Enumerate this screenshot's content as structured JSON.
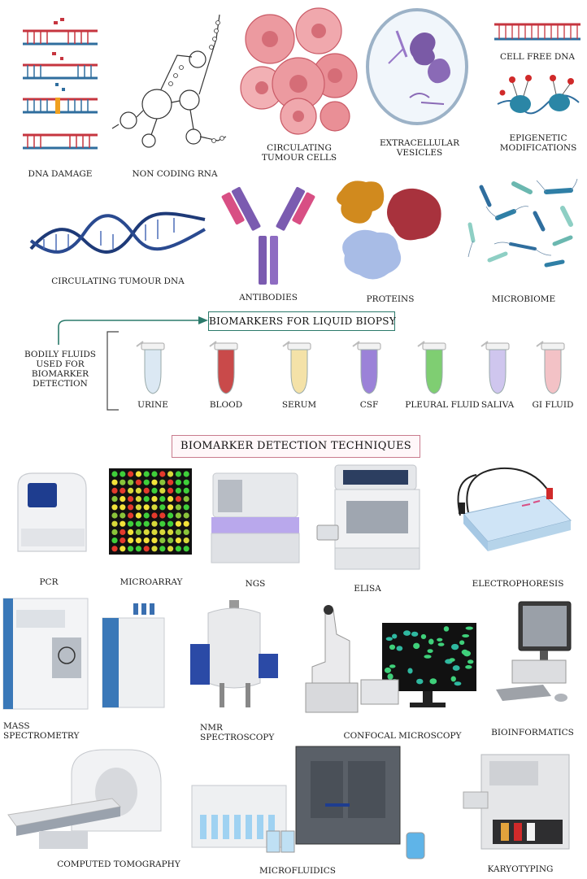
{
  "sections": {
    "biomarkers_title": "BIOMARKERS FOR LIQUID BIOPSY",
    "techniques_title": "BIOMARKER DETECTION TECHNIQUES",
    "bodily_fluids_label": "BODILY FLUIDS USED FOR BIOMARKER DETECTION"
  },
  "biomarkers": {
    "dna_damage": "DNA DAMAGE",
    "non_coding_rna": "NON CODING RNA",
    "ctc": "CIRCULATING TUMOUR CELLS",
    "ev": "EXTRACELLULAR VESICLES",
    "cfdna": "CELL FREE DNA",
    "epigenetic": "EPIGENETIC MODIFICATIONS",
    "ctdna": "CIRCULATING TUMOUR DNA",
    "antibodies": "ANTIBODIES",
    "proteins": "PROTEINS",
    "microbiome": "MICROBIOME"
  },
  "fluids": [
    {
      "label": "URINE",
      "color": "#dbe8f3"
    },
    {
      "label": "BLOOD",
      "color": "#c94a4a"
    },
    {
      "label": "SERUM",
      "color": "#f4e2a8"
    },
    {
      "label": "CSF",
      "color": "#9b82d8"
    },
    {
      "label": "PLEURAL FLUID",
      "color": "#7fce72"
    },
    {
      "label": "SALIVA",
      "color": "#cfc6ee"
    },
    {
      "label": "GI FLUID",
      "color": "#f3c2c6"
    }
  ],
  "techniques": {
    "pcr": "PCR",
    "microarray": "MICROARRAY",
    "ngs": "NGS",
    "elisa": "ELISA",
    "electrophoresis": "ELECTROPHORESIS",
    "mass_spec": "MASS SPECTROMETRY",
    "nmr": "NMR SPECTROSCOPY",
    "confocal": "CONFOCAL MICROSCOPY",
    "bioinformatics": "BIOINFORMATICS",
    "ct": "COMPUTED TOMOGRAPHY",
    "microfluidics": "MICROFLUIDICS",
    "karyotyping": "KARYOTYPING"
  },
  "colors": {
    "arrow": "#2b7a6b",
    "dna_red": "#c6353f",
    "dna_blue": "#2f6e9e",
    "techniques_border": "#c97b8d"
  }
}
